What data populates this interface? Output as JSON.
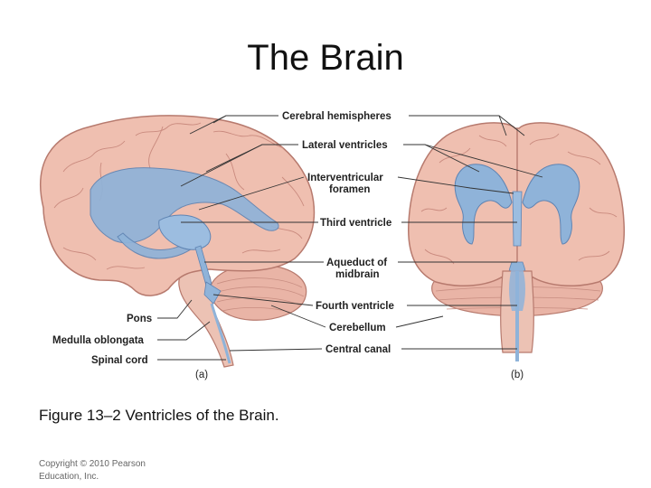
{
  "slide": {
    "title": "The Brain",
    "caption": "Figure 13–2 Ventricles of the Brain.",
    "copyright_line1": "Copyright © 2010 Pearson",
    "copyright_line2": "Education, Inc."
  },
  "figure": {
    "labels": {
      "cerebral_hemispheres": "Cerebral hemispheres",
      "lateral_ventricles": "Lateral ventricles",
      "interventricular_1": "Interventricular",
      "interventricular_2": "foramen",
      "third_ventricle": "Third ventricle",
      "aqueduct_1": "Aqueduct of",
      "aqueduct_2": "midbrain",
      "fourth_ventricle": "Fourth ventricle",
      "cerebellum": "Cerebellum",
      "central_canal": "Central canal",
      "pons": "Pons",
      "medulla": "Medulla oblongata",
      "spinal_cord": "Spinal cord",
      "panel_a": "(a)",
      "panel_b": "(b)"
    },
    "colors": {
      "brain_tissue": "#efbfb0",
      "brain_outline": "#b77a6e",
      "ventricle_fill": "#8fb3d9",
      "leader_line": "#333333"
    }
  }
}
